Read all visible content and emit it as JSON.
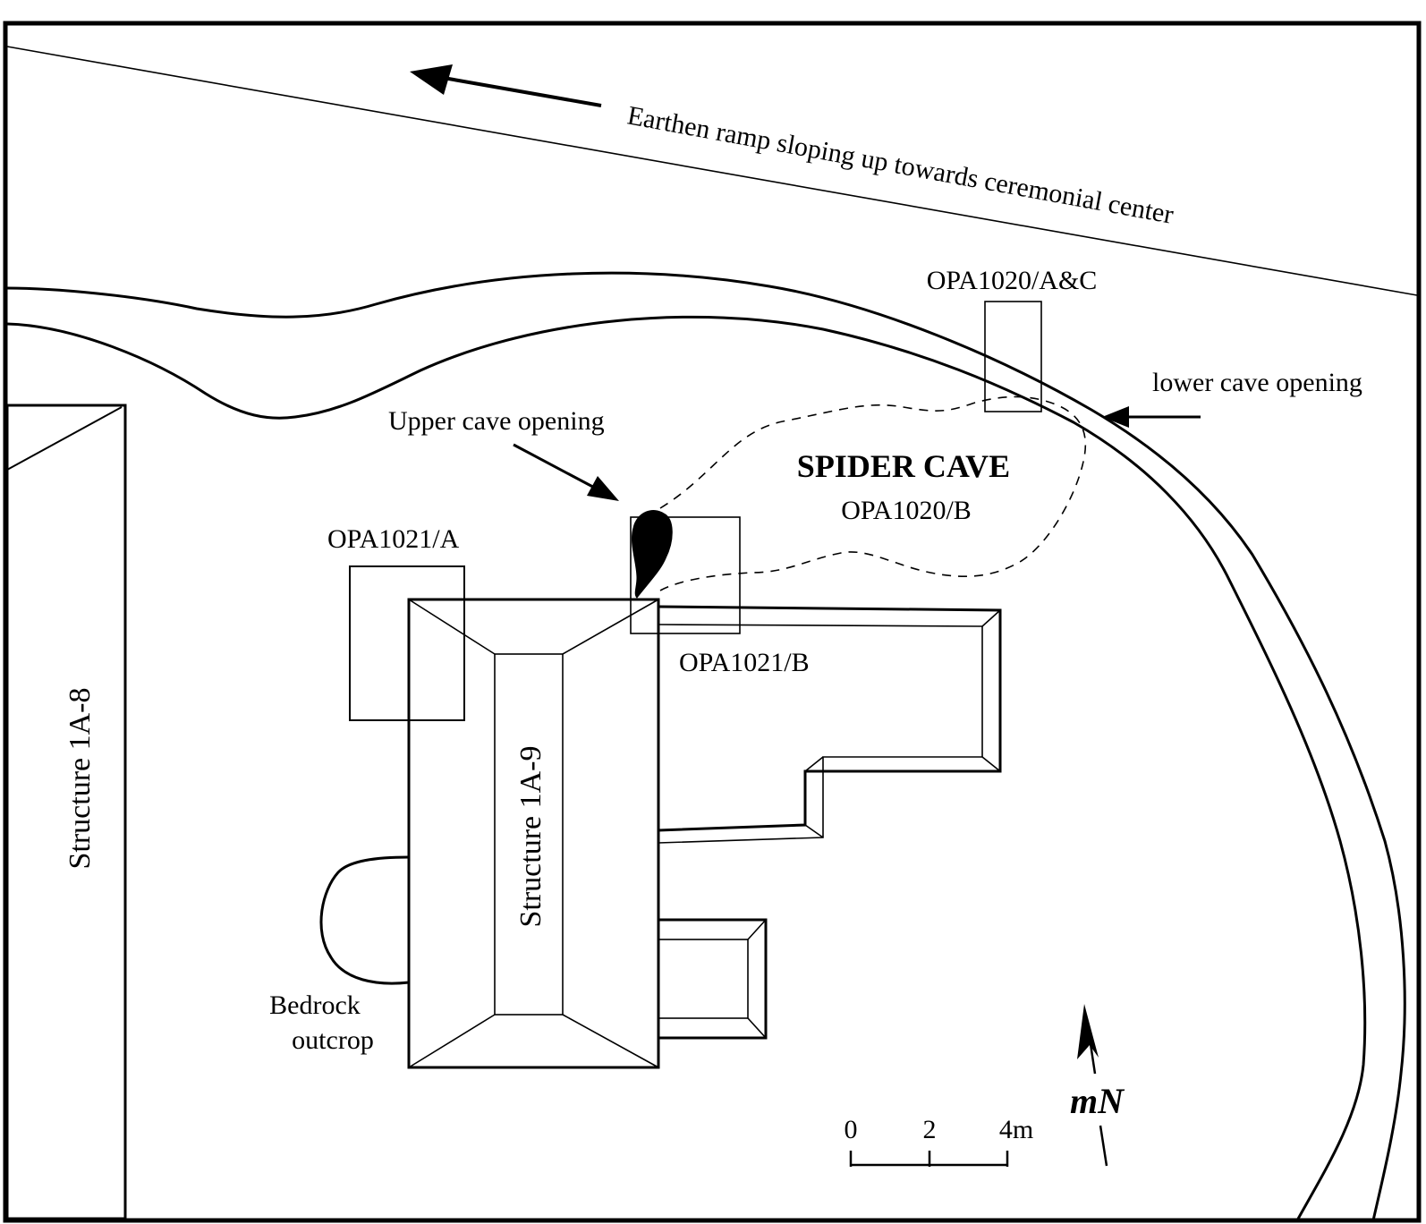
{
  "map": {
    "ramp_label": "Earthen ramp sloping up towards ceremonial center",
    "upper_cave_label": "Upper cave opening",
    "lower_cave_label": "lower cave opening",
    "cave_name": "SPIDER CAVE",
    "cave_op": "OPA1020/B",
    "op_1020_ac": "OPA1020/A&C",
    "op_1021_a": "OPA1021/A",
    "op_1021_b": "OPA1021/B",
    "structure_1a8": "Structure 1A-8",
    "structure_1a9": "Structure 1A-9",
    "bedrock_line1": "Bedrock",
    "bedrock_line2": "outcrop",
    "north_label": "mN",
    "scale": {
      "tick0": "0",
      "tick1": "2",
      "tick2": "4m"
    }
  }
}
